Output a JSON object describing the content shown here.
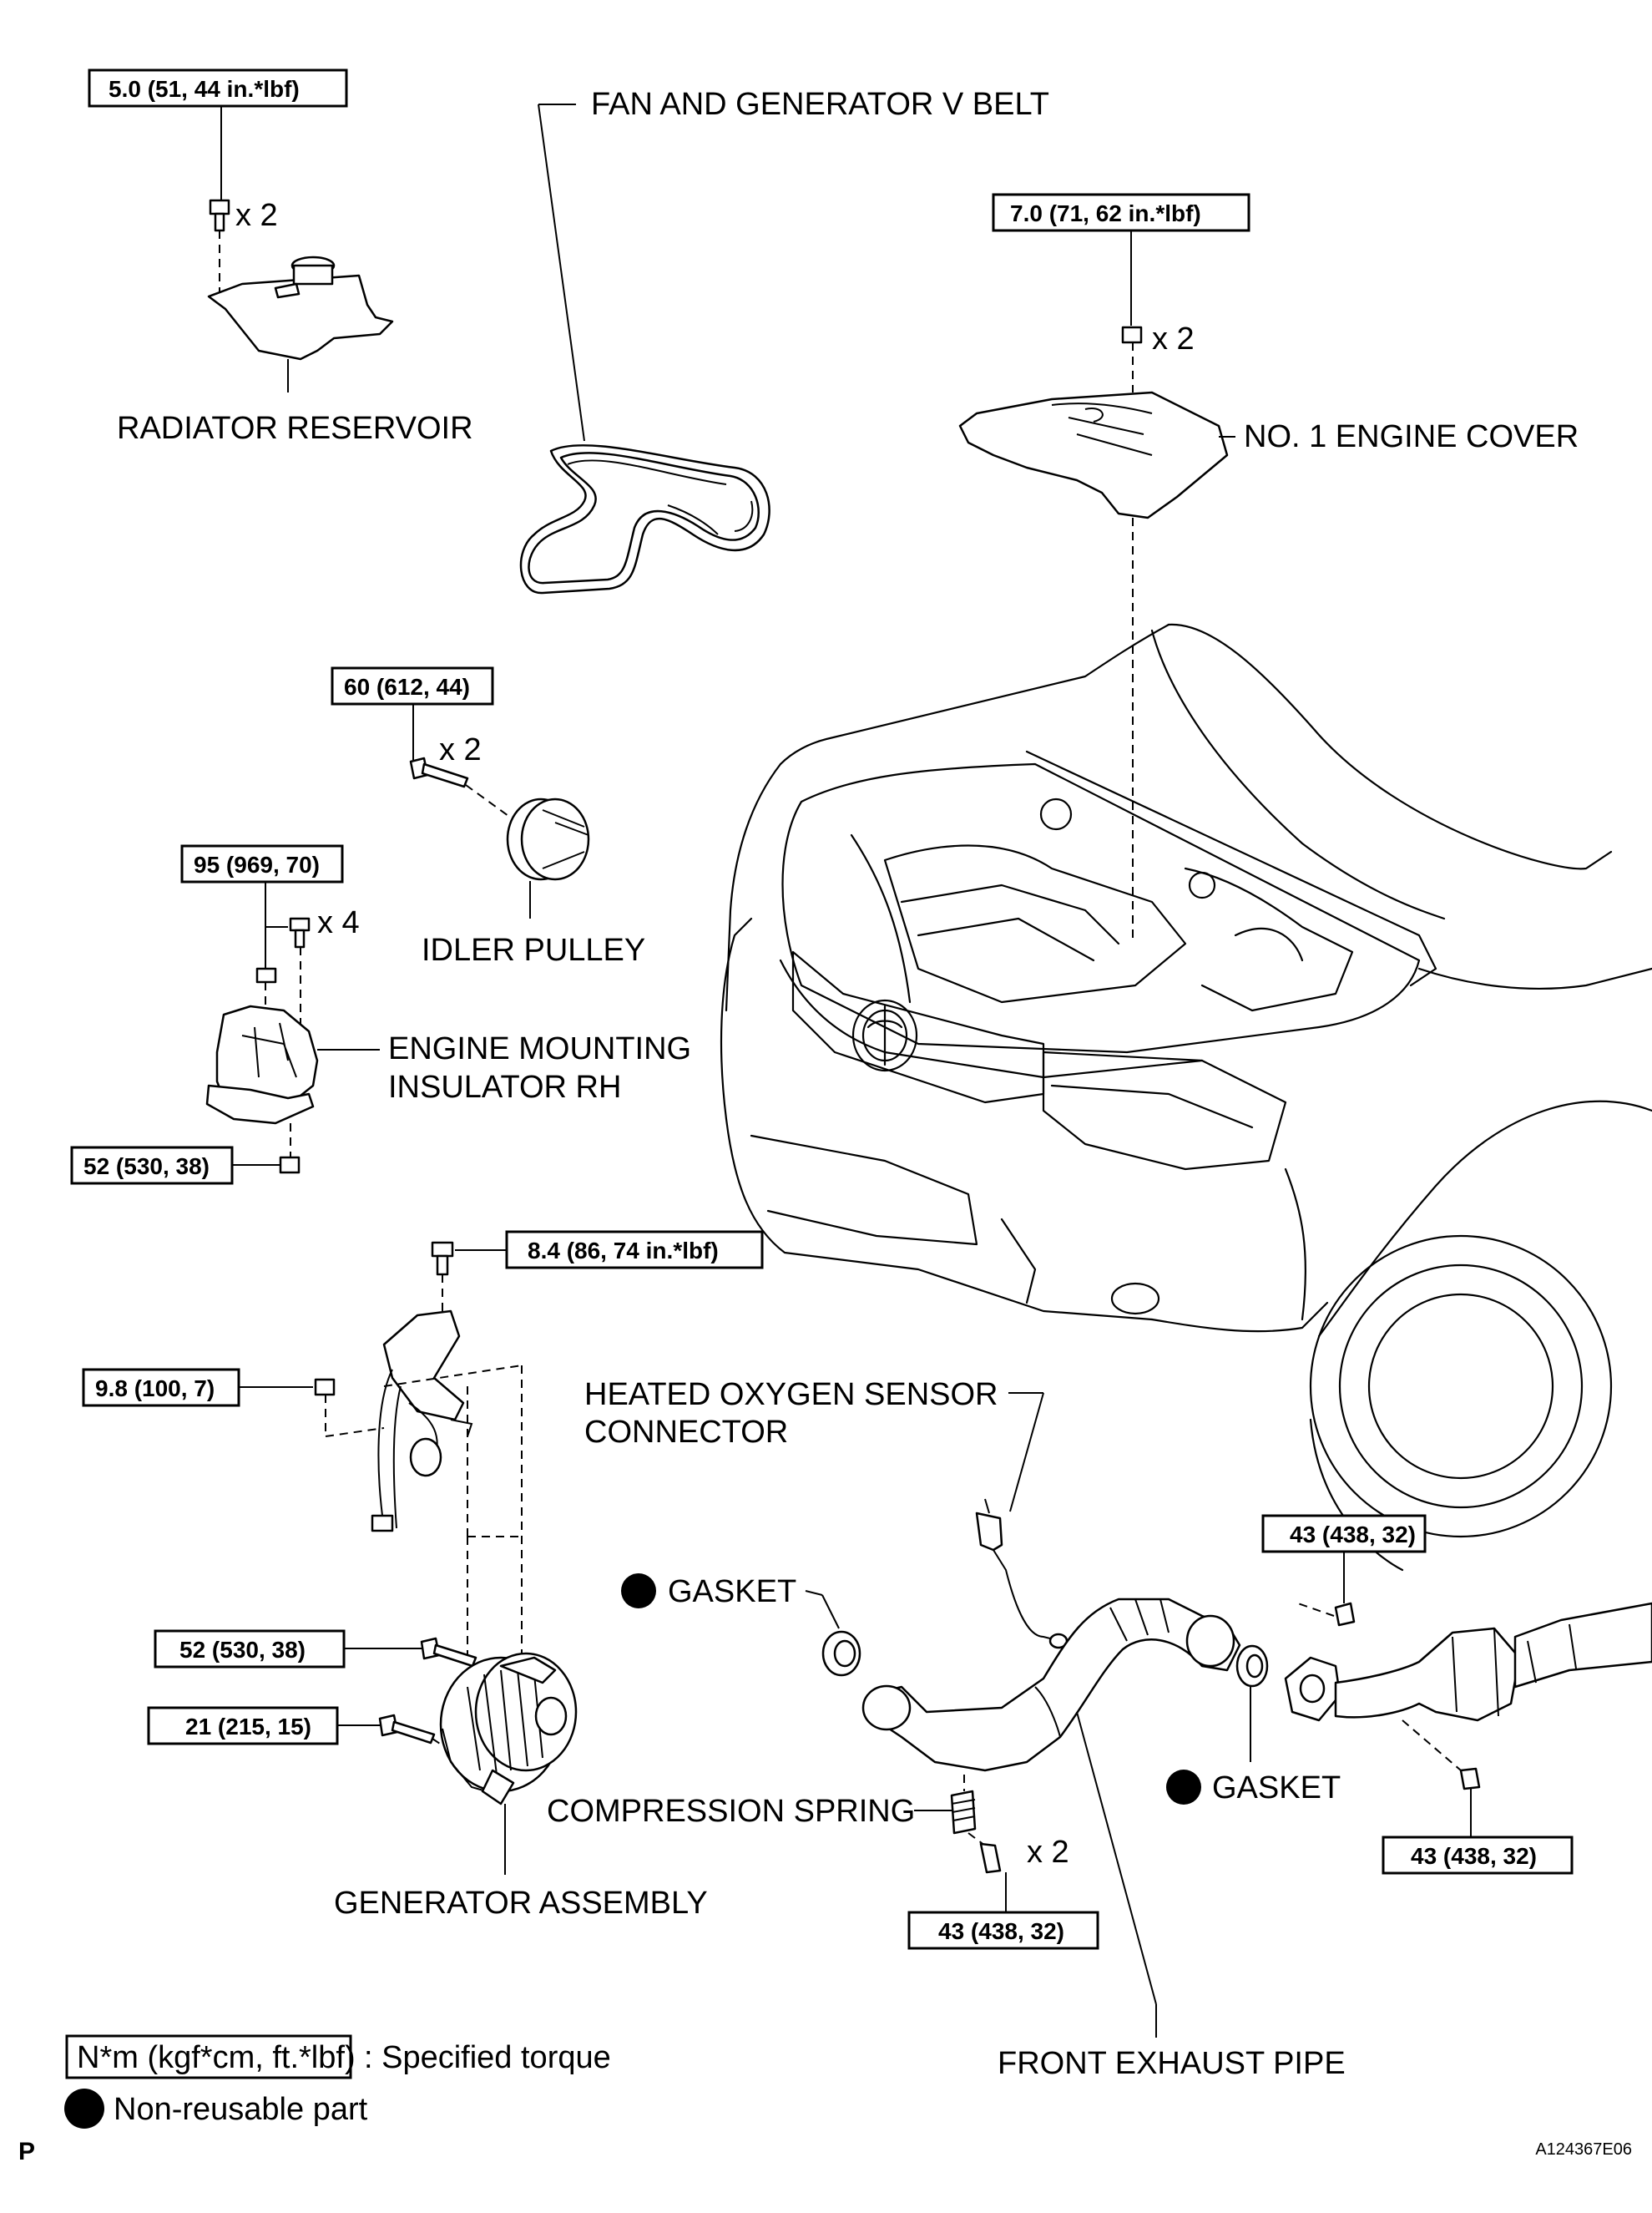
{
  "labels": {
    "fan_belt": "FAN AND GENERATOR V BELT",
    "radiator_reservoir": "RADIATOR RESERVOIR",
    "engine_cover": "NO. 1 ENGINE COVER",
    "idler_pulley": "IDLER PULLEY",
    "mount_line1": "ENGINE MOUNTING",
    "mount_line2": "INSULATOR RH",
    "o2_line1": "HEATED OXYGEN SENSOR",
    "o2_line2": "CONNECTOR",
    "gasket_left": "GASKET",
    "gasket_right": "GASKET",
    "compression_spring": "COMPRESSION SPRING",
    "generator": "GENERATOR ASSEMBLY",
    "front_exhaust": "FRONT EXHAUST PIPE"
  },
  "torques": {
    "reservoir": "5.0 (51, 44 in.*lbf)",
    "engine_cover": "7.0 (71, 62 in.*lbf)",
    "idler": "60 (612, 44)",
    "mount_upper": "95 (969, 70)",
    "mount_lower": "52 (530, 38)",
    "harness_top": "8.4 (86, 74 in.*lbf)",
    "harness_nut": "9.8 (100, 7)",
    "generator_upper": "52 (530, 38)",
    "generator_lower": "21 (215, 15)",
    "exhaust_right_top": "43 (438, 32)",
    "exhaust_right_bottom": "43 (438, 32)",
    "exhaust_center": "43 (438, 32)"
  },
  "quantities": {
    "reservoir": "x 2",
    "engine_cover": "x 2",
    "idler": "x 2",
    "mount": "x 4",
    "exhaust": "x 2"
  },
  "legend": {
    "torque_box": "N*m (kgf*cm, ft.*lbf)",
    "torque_text": ": Specified torque",
    "nonreusable_text": "Non-reusable part"
  },
  "footer": {
    "corner_letter": "P",
    "figure_code": "A124367E06"
  }
}
